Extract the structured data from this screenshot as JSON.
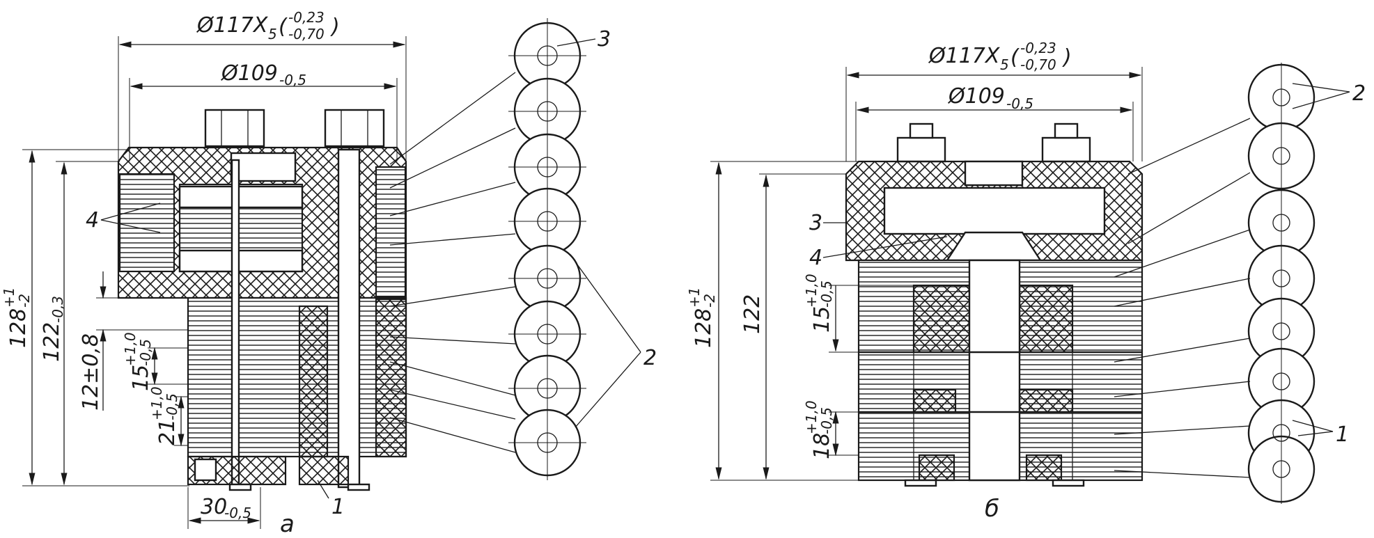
{
  "view_a": {
    "caption": "а",
    "dim_outer": {
      "main": "Ø117X",
      "sub": "5",
      "tol_upper": "-0,23",
      "tol_lower": "-0,70"
    },
    "dim_inner": {
      "main": "Ø109",
      "sub": "-0,5"
    },
    "dim_height_total": {
      "main": "128",
      "tol_upper": "+1",
      "tol_lower": "-2"
    },
    "dim_height_inner": {
      "main": "122",
      "sub": "-0,3"
    },
    "dim_step_12": {
      "main": "12±0,8"
    },
    "dim_step_15": {
      "main": "15",
      "tol_upper": "+1,0",
      "tol_lower": "-0,5"
    },
    "dim_step_21": {
      "main": "21",
      "tol_upper": "+1,0",
      "tol_lower": "-0,5"
    },
    "dim_width_30": {
      "main": "30",
      "sub": "-0,5"
    },
    "callouts": [
      "4",
      "3",
      "2",
      "1"
    ]
  },
  "view_b": {
    "caption": "б",
    "dim_outer": {
      "main": "Ø117X",
      "sub": "5",
      "tol_upper": "-0,23",
      "tol_lower": "-0,70"
    },
    "dim_inner": {
      "main": "Ø109",
      "sub": "-0,5"
    },
    "dim_height_total": {
      "main": "128",
      "tol_upper": "+1",
      "tol_lower": "-2"
    },
    "dim_height_inner": {
      "main": "122"
    },
    "dim_step_15": {
      "main": "15",
      "tol_upper": "+1,0",
      "tol_lower": "-0,5"
    },
    "dim_step_18": {
      "main": "18",
      "tol_upper": "+1,0",
      "tol_lower": "-0,5"
    },
    "callouts": [
      "3",
      "4",
      "2",
      "1"
    ]
  }
}
